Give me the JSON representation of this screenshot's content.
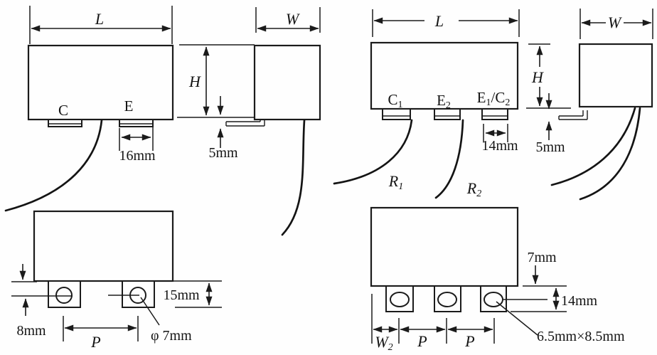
{
  "drawing": {
    "left": {
      "front": {
        "length_label": "L",
        "height_label": "H",
        "terminal_c": "C",
        "terminal_e": "E",
        "pad_width": "16mm",
        "lead_standoff": "5mm"
      },
      "side": {
        "width_label": "W"
      },
      "bottom": {
        "hole_center_offset": "8mm",
        "tab_height": "15mm",
        "pitch_label": "P",
        "hole_diameter": "φ 7mm"
      }
    },
    "right": {
      "front": {
        "length_label": "L",
        "height_label": "H",
        "terminal_c1": {
          "base": "C",
          "sub": "1"
        },
        "terminal_e2": {
          "base": "E",
          "sub": "2"
        },
        "terminal_e1c2": {
          "b1": "E",
          "s1": "1",
          "b2": "/C",
          "s2": "2"
        },
        "pad_width": "14mm",
        "lead_standoff": "5mm",
        "wire_r1": {
          "base": "R",
          "sub": "1"
        },
        "wire_r2": {
          "base": "R",
          "sub": "2"
        }
      },
      "side": {
        "width_label": "W"
      },
      "bottom": {
        "body_lip": "7mm",
        "tab_height": "14mm",
        "edge_offset": {
          "base": "W",
          "sub": "2"
        },
        "pitch1": "P",
        "pitch2": "P",
        "hole_size": "6.5mm×8.5mm"
      }
    }
  }
}
